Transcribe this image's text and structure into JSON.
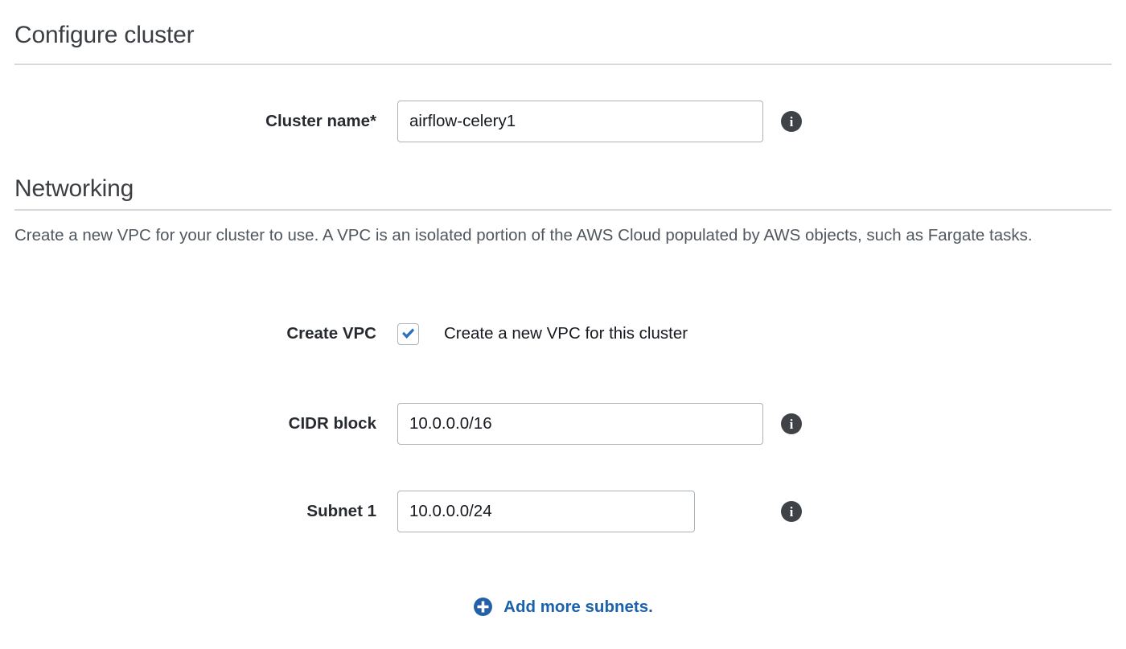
{
  "page": {
    "configure_title": "Configure cluster",
    "networking_title": "Networking",
    "networking_description": "Create a new VPC for your cluster to use. A VPC is an isolated portion of the AWS Cloud populated by AWS objects, such as Fargate tasks."
  },
  "fields": {
    "cluster_name": {
      "label": "Cluster name*",
      "value": "airflow-celery1",
      "placeholder": "",
      "info_icon": "info-icon",
      "info_glyph": "i"
    },
    "create_vpc": {
      "label": "Create VPC",
      "checkbox_label": "Create a new VPC for this cluster",
      "checked": true,
      "check_icon": "check-icon"
    },
    "cidr_block": {
      "label": "CIDR block",
      "value": "10.0.0.0/16",
      "placeholder": "",
      "info_icon": "info-icon",
      "info_glyph": "i"
    },
    "subnet_1": {
      "label": "Subnet 1",
      "value": "10.0.0.0/24",
      "placeholder": "",
      "info_icon": "info-icon",
      "info_glyph": "i"
    }
  },
  "actions": {
    "add_more_subnets": {
      "label": "Add more subnets.",
      "icon": "plus-circle-icon"
    }
  },
  "colors": {
    "link_blue": "#1b61ab",
    "checkbox_blue": "#2a6fc2",
    "heading_gray": "#3b3f44",
    "body_gray": "#50575e",
    "divider_gray": "#d5dbdb",
    "input_border": "#aab2b8",
    "info_icon_bg": "#3f4347"
  }
}
